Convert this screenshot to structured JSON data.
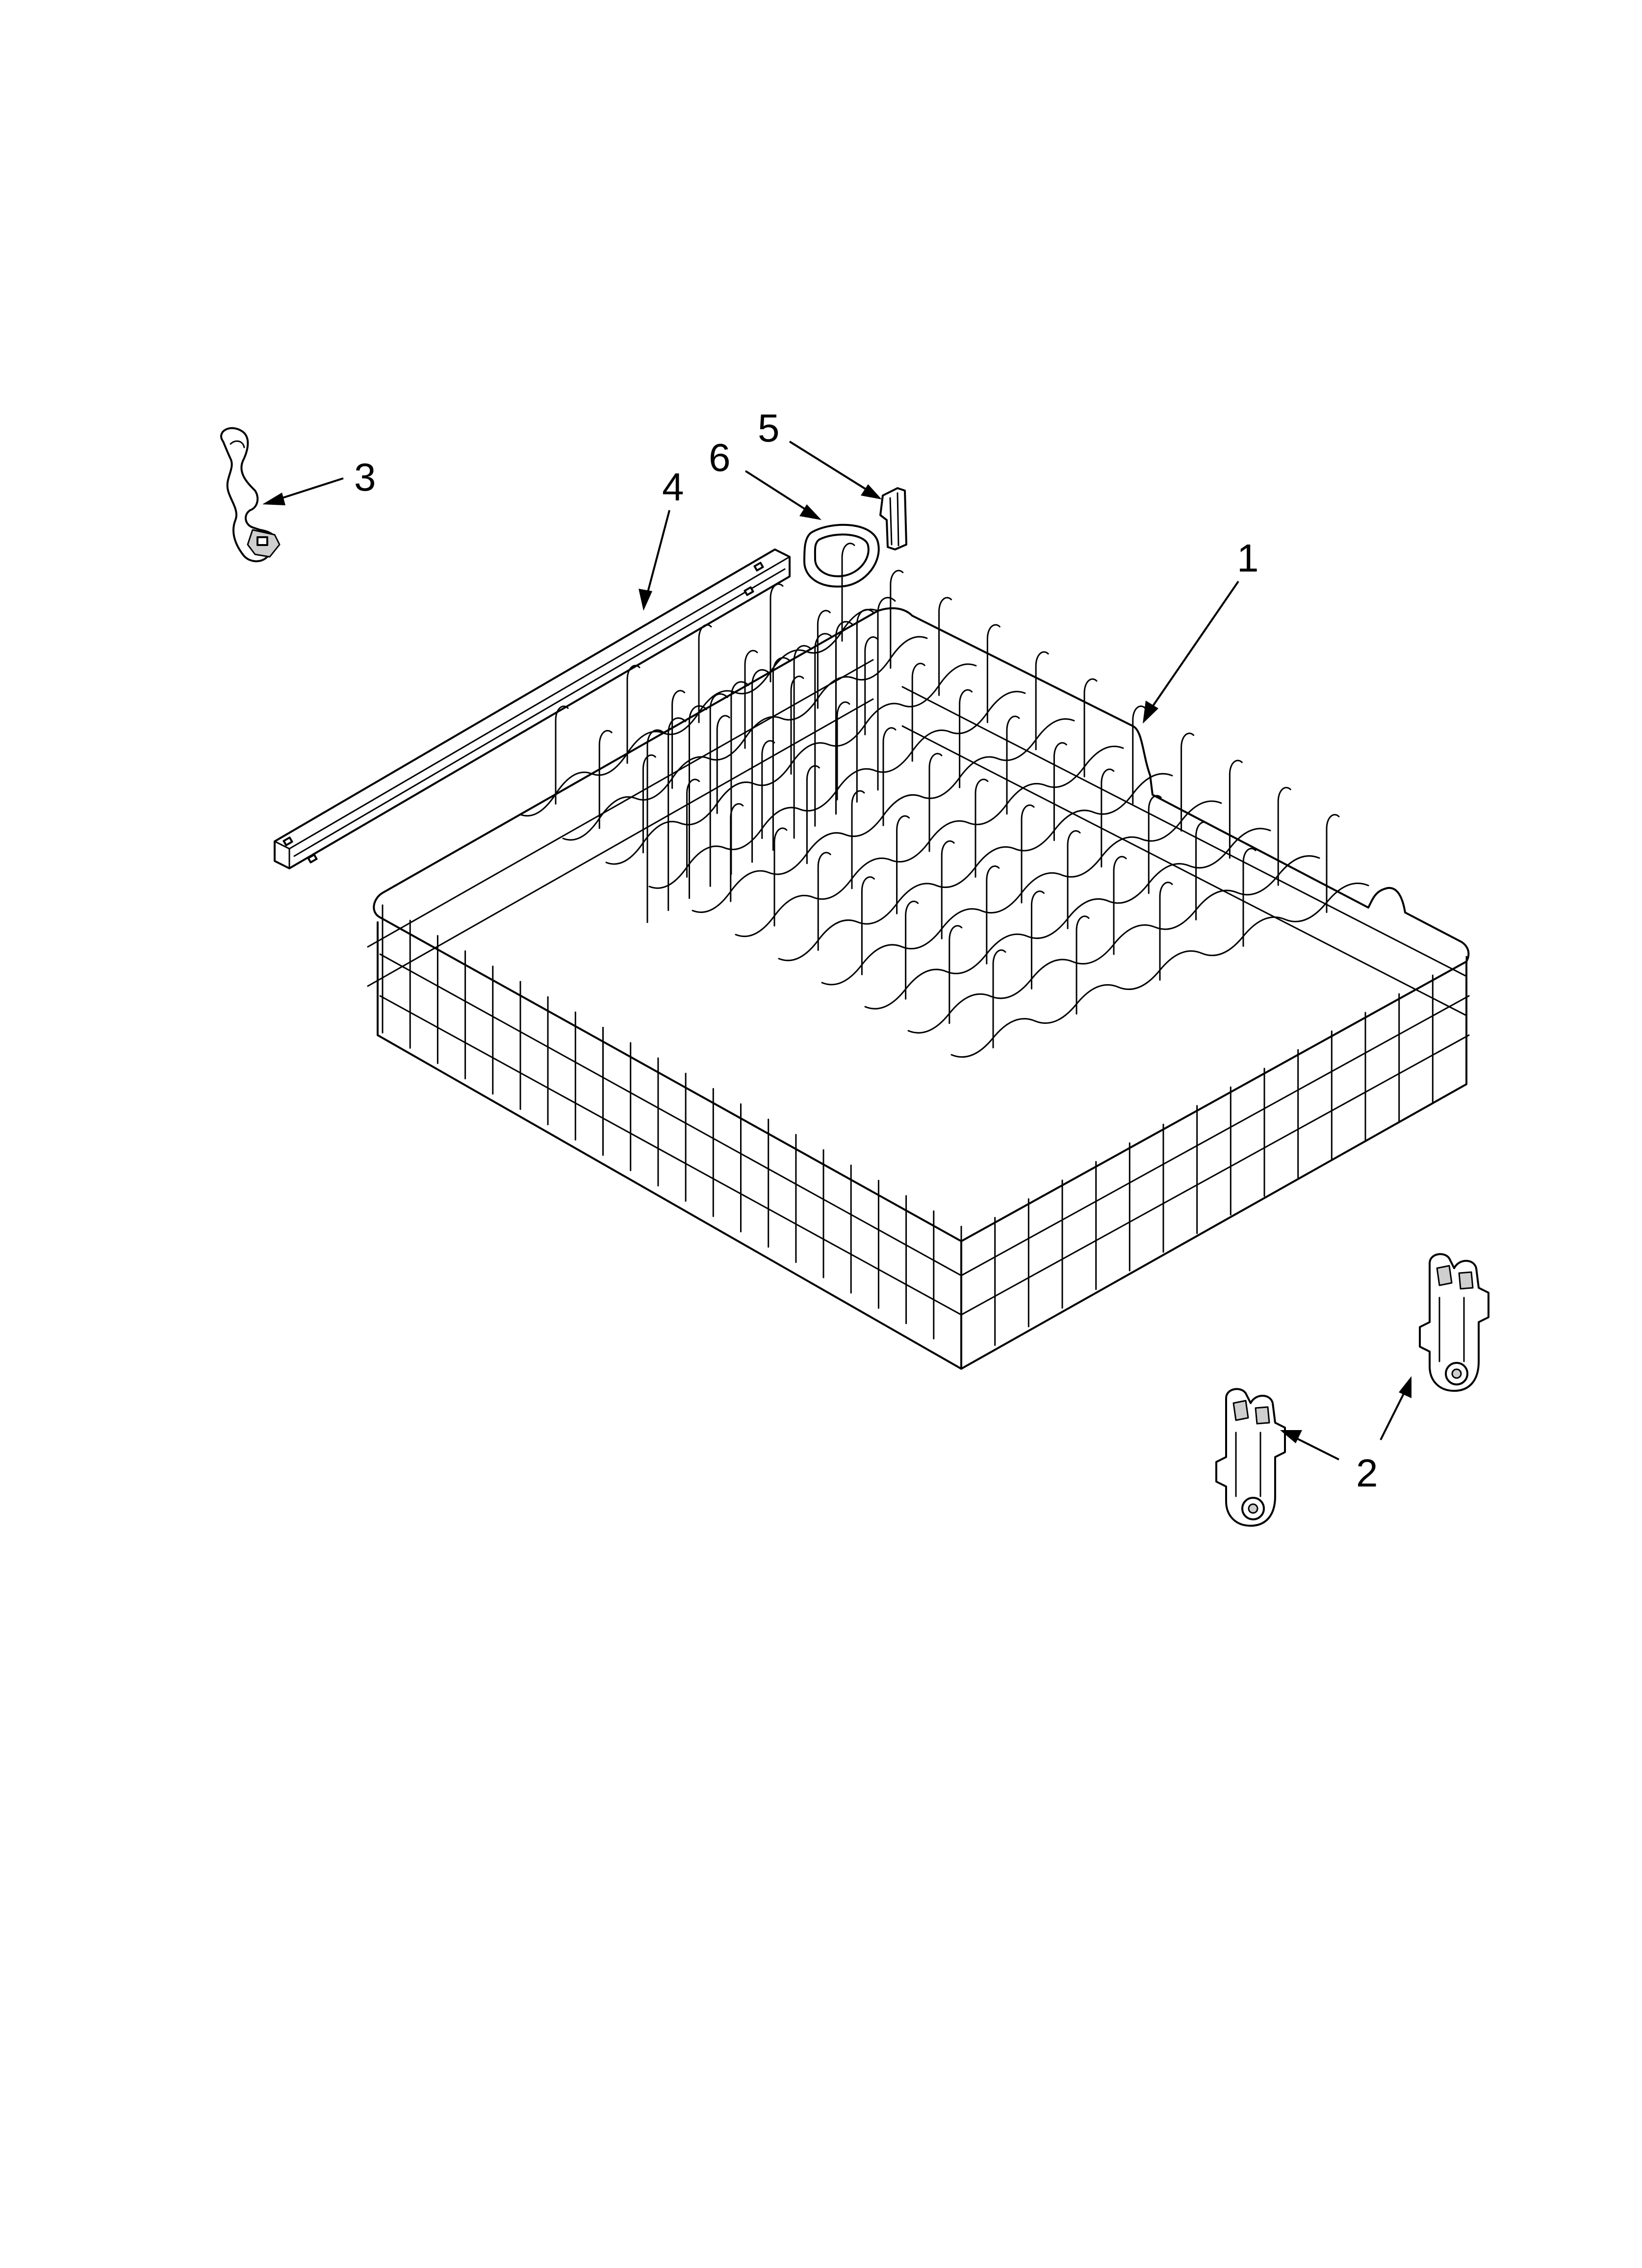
{
  "callouts": {
    "part_1": "1",
    "part_2": "2",
    "part_3": "3",
    "part_4": "4",
    "part_5": "5",
    "part_6": "6"
  },
  "colors": {
    "line": "#000000",
    "background": "#ffffff",
    "shade": "#cfcfcf"
  }
}
